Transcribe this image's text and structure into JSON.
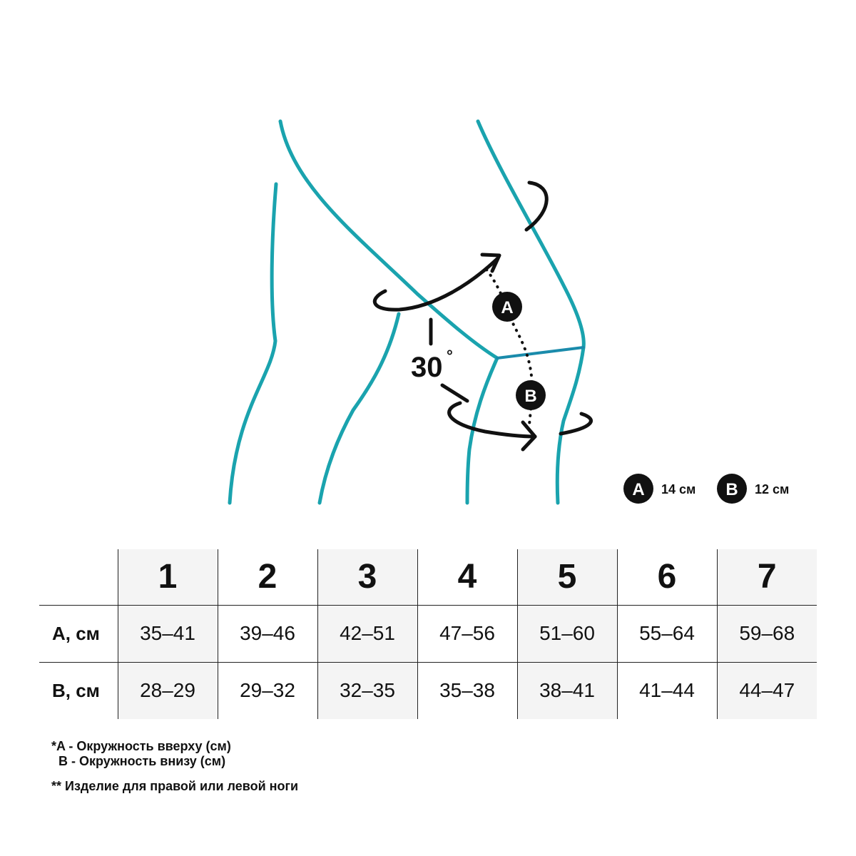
{
  "diagram": {
    "angle": "30",
    "angle_unit": "°",
    "point_a": "A",
    "point_b": "B",
    "colors": {
      "outline": "#1aa3ae",
      "ink": "#111111",
      "brace_line": "#1a8bab"
    }
  },
  "legend": {
    "a_letter": "A",
    "a_value": "14 см",
    "b_letter": "B",
    "b_value": "12 см"
  },
  "size_table": {
    "sizes": [
      "1",
      "2",
      "3",
      "4",
      "5",
      "6",
      "7"
    ],
    "rows": [
      {
        "label": "A, см",
        "values": [
          "35–41",
          "39–46",
          "42–51",
          "47–56",
          "51–60",
          "55–64",
          "59–68"
        ]
      },
      {
        "label": "B, см",
        "values": [
          "28–29",
          "29–32",
          "32–35",
          "35–38",
          "38–41",
          "41–44",
          "44–47"
        ]
      }
    ]
  },
  "notes": {
    "line1": "*A - Окружность вверху (см)",
    "line2": "  B - Окружность внизу (см)",
    "line3": "** Изделие для правой или левой ноги"
  }
}
